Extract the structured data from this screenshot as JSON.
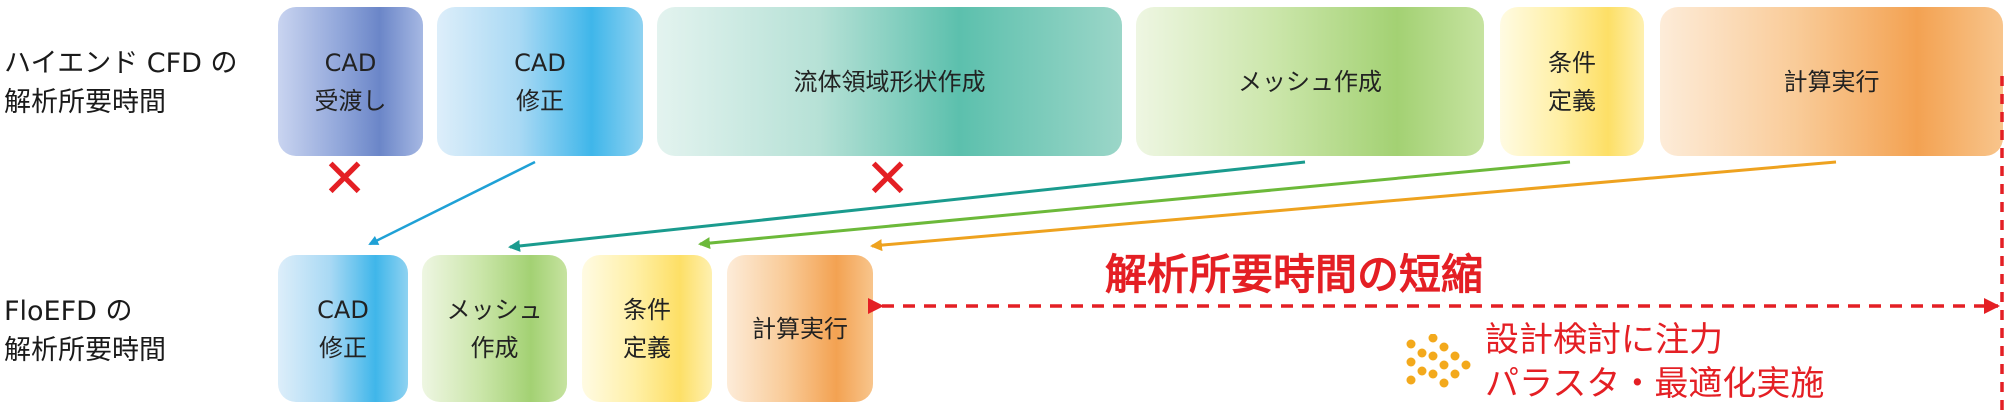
{
  "rows": {
    "high_end": {
      "line1": "ハイエンド CFD の",
      "line2": "解析所要時間"
    },
    "floefd": {
      "line1": "FloEFD の",
      "line2": "解析所要時間"
    }
  },
  "top_steps": [
    {
      "label": "CAD\n受渡し"
    },
    {
      "label": "CAD\n修正"
    },
    {
      "label": "流体領域形状作成"
    },
    {
      "label": "メッシュ作成"
    },
    {
      "label": "条件\n定義"
    },
    {
      "label": "計算実行"
    }
  ],
  "bottom_steps": [
    {
      "label": "CAD\n修正"
    },
    {
      "label": "メッシュ\n作成"
    },
    {
      "label": "条件\n定義"
    },
    {
      "label": "計算実行"
    }
  ],
  "removed_mark": "✕",
  "headline": "解析所要時間の短縮",
  "benefit": {
    "line1": "設計検討に注力",
    "line2": "パラスタ・最適化実施"
  },
  "colors": {
    "accent_red": "#e41f24",
    "cad_handoff": "#7f97d2",
    "cad_fix": "#5ebfe8",
    "fluid_domain": "#7fcdbd",
    "mesh": "#a7d279",
    "conditions": "#fde277",
    "compute": "#f4b067",
    "arrow_blue": "#1fa1d6",
    "arrow_teal": "#1a9b8e",
    "arrow_green": "#6cb93a",
    "arrow_orange": "#eea21f"
  }
}
